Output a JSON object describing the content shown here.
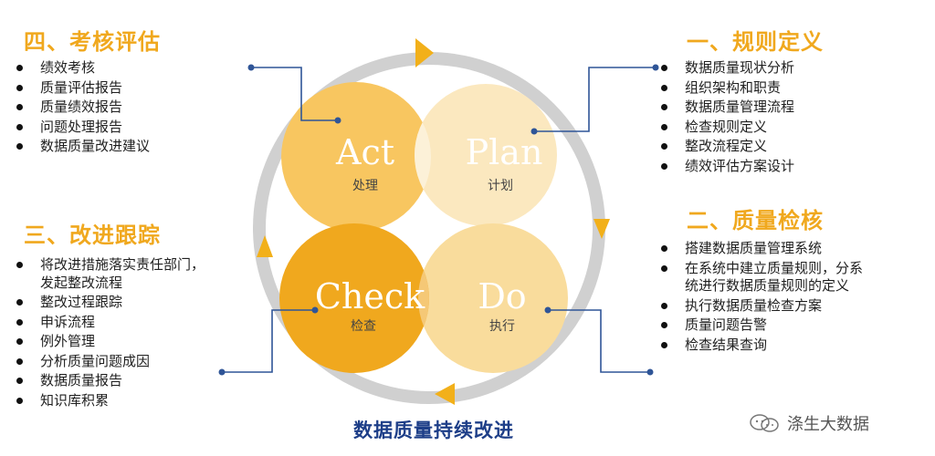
{
  "sections": {
    "plan_def": {
      "title": "一、规则定义",
      "items": [
        "数据质量现状分析",
        "组织架构和职责",
        "数据质量管理流程",
        "检查规则定义",
        "整改流程定义",
        "绩效评估方案设计"
      ]
    },
    "quality_check": {
      "title": "二、质量检核",
      "items": [
        "搭建数据质量管理系统",
        "在系统中建立质量规则，分系",
        "统进行数据质量规则的定义",
        "执行数据质量检查方案",
        "质量问题告警",
        "检查结果查询"
      ]
    },
    "tracking": {
      "title": "三、改进跟踪",
      "items": [
        "将改进措施落实责任部门，",
        "发起整改流程",
        "整改过程跟踪",
        "申诉流程",
        "例外管理",
        "分析质量问题成因",
        "数据质量报告",
        "知识库积累"
      ]
    },
    "evaluation": {
      "title": "四、考核评估",
      "items": [
        "绩效考核",
        "质量评估报告",
        "质量绩效报告",
        "问题处理报告",
        "数据质量改进建议"
      ]
    }
  },
  "phases": {
    "act": {
      "en": "Act",
      "cn": "处理"
    },
    "plan": {
      "en": "Plan",
      "cn": "计划"
    },
    "check": {
      "en": "Check",
      "cn": "检查"
    },
    "do": {
      "en": "Do",
      "cn": "执行"
    }
  },
  "bottom_title": "数据质量持续改进",
  "watermark": "涤生大数据",
  "colors": {
    "title_orange": "#f0a81e",
    "act_fill": "#f8c660",
    "plan_fill": "#fbe7bc",
    "check_fill": "#f0a81e",
    "do_fill": "#f9dc9c",
    "ring_gray": "#d0d0d0",
    "arrow_orange": "#f2b01a",
    "connector_blue": "#2f5597",
    "bottom_title_blue": "#1d3e88"
  },
  "icons": {
    "cycle_arrow": "triangle-arrow-icon",
    "watermark_logo": "wechat-icon"
  }
}
